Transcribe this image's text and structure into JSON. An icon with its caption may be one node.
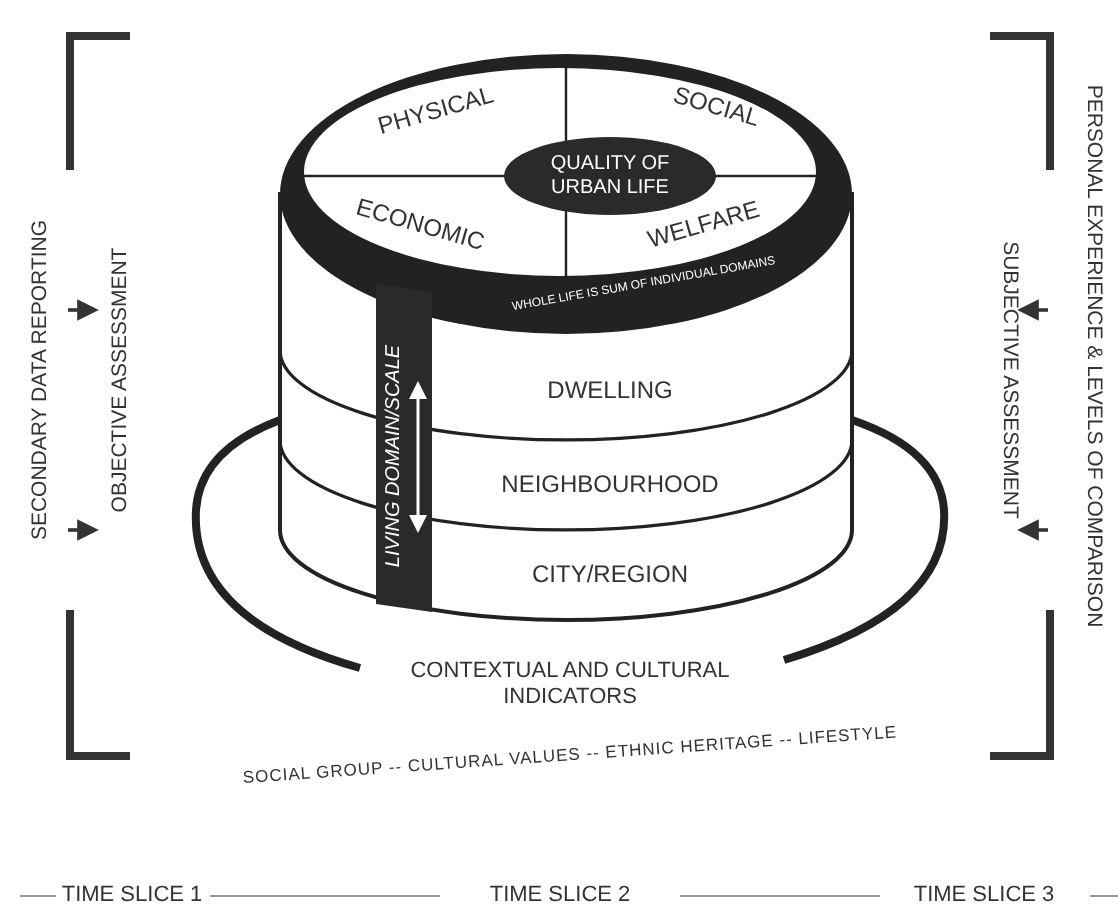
{
  "diagram": {
    "nodes": [
      {
        "text": [
          "QUALITY OF URBAN LIFE"
        ]
      },
      {
        "text": [
          "PHYSICAL"
        ]
      },
      {
        "text": [
          "SOCIAL"
        ]
      },
      {
        "text": [
          "ECONOMIC"
        ]
      },
      {
        "text": [
          "WELFARE"
        ]
      },
      {
        "text": [
          "DWELLING"
        ]
      },
      {
        "text": [
          "NEIGHBOURHOOD"
        ]
      },
      {
        "text": [
          "CITY/REGION"
        ]
      },
      {
        "text": [
          "LIVING DOMAIN/SCALE"
        ]
      },
      {
        "text": [
          "CONTEXTUAL AND CULTURAL INDICATORS"
        ]
      }
    ],
    "labels": [
      "SECONDARY DATA REPORTING",
      "OBJECTIVE ASSESSMENT",
      "PERSONAL EXPERIENCE & LEVELS OF COMPARISON",
      "SUBJECTIVE ASSESSMENT",
      "WHOLE LIFE IS SUM OF INDIVIDUAL DOMAINS",
      "SOCIAL GROUP -- CULTURAL VALUES -- ETHNIC HERITAGE -- LIFESTYLE",
      "TIME SLICE 1",
      "TIME SLICE 2",
      "TIME SLICE 3"
    ]
  }
}
